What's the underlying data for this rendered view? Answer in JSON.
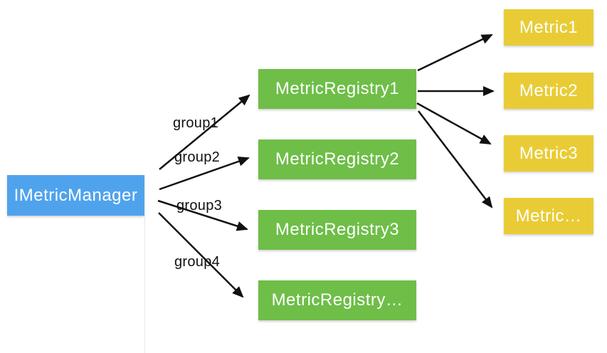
{
  "diagram": {
    "manager": {
      "label": "IMetricManager"
    },
    "registries": [
      {
        "label": "MetricRegistry1"
      },
      {
        "label": "MetricRegistry2"
      },
      {
        "label": "MetricRegistry3"
      },
      {
        "label": "MetricRegistry…"
      }
    ],
    "metrics": [
      {
        "label": "Metric1"
      },
      {
        "label": "Metric2"
      },
      {
        "label": "Metric3"
      },
      {
        "label": "Metric…"
      }
    ],
    "edge_labels": [
      "group1",
      "group2",
      "group3",
      "group4"
    ],
    "colors": {
      "manager_fill": "#4FA3ED",
      "registry_fill": "#6EBE48",
      "metric_fill": "#E9CC35",
      "node_text": "#FFFFFF",
      "arrow": "#111111",
      "label_text": "#111111"
    }
  }
}
